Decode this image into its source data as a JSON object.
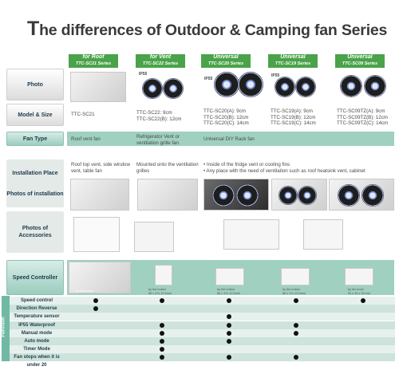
{
  "title": {
    "first_letter": "T",
    "rest": "he differences of Outdoor & Camping fan Series"
  },
  "headers": [
    {
      "line1": "for Roof",
      "line2": "TTC-SC21 Series"
    },
    {
      "line1": "for Vent",
      "line2": "TTC-SC22 Series"
    },
    {
      "line1": "Universal",
      "line2": "TTC-SC20 Series"
    },
    {
      "line1": "Universal",
      "line2": "TTC-SC19 Series"
    },
    {
      "line1": "Universal",
      "line2": "TTC-SC09 Series"
    }
  ],
  "labels": {
    "photo": "Photo",
    "model_size": "Model & Size",
    "fan_type": "Fan Type",
    "installation_place": "Installation Place",
    "photos_installation": "Photos of installation",
    "photos_accessories": "Photos of Accessories",
    "speed_controller": "Speed Controller"
  },
  "ip_mark": "IP55",
  "models": [
    [
      "TTC-SC21"
    ],
    [
      "TTC-SC22: 9cm",
      "TTC-SC22(B): 12cm"
    ],
    [
      "TTC-SC20(A): 9cm",
      "TTC-SC20(B): 12cm",
      "TTC-SC20(C): 14cm"
    ],
    [
      "TTC-SC19(A): 9cm",
      "TTC-SC19(B): 12cm",
      "TTC-SC19(C): 14cm"
    ],
    [
      "TTC-SC09TZ(A): 9cm",
      "TTC-SC09TZ(B): 12cm",
      "TTC-SC09TZ(C): 14cm"
    ]
  ],
  "fan_types": [
    "Roof vent fan",
    "Refrigerator Vent or ventilation grille fan",
    "Universal DIY Rack fan"
  ],
  "installation": [
    "Roof top vent, side window vent, table fan",
    "Mounted onto the ventilation grilles",
    "• Inside of the fridge vent or cooling fins",
    "• Any place with the need of ventilation such as roof heatsink vent, cabinet"
  ],
  "controllers": [
    {
      "caption": "by the button",
      "size": ""
    },
    {
      "caption": "by the button",
      "size": "86 x 37x 15.5mm"
    },
    {
      "caption": "by the button",
      "size": "86 x 37x 15.5mm"
    },
    {
      "caption": "by the button",
      "size": "86 x 37x 15.5mm"
    },
    {
      "caption": "by the knob",
      "size": "90 x 45 x 25 mm"
    }
  ],
  "function_label": "Function",
  "features": [
    {
      "name": "Speed control",
      "marks": [
        true,
        true,
        true,
        true,
        true
      ]
    },
    {
      "name": "Direction Reverse",
      "marks": [
        true,
        false,
        false,
        false,
        false
      ]
    },
    {
      "name": "Temperature sensor",
      "marks": [
        false,
        false,
        true,
        false,
        false
      ]
    },
    {
      "name": "IP55 Waterproof",
      "marks": [
        false,
        true,
        true,
        true,
        false
      ]
    },
    {
      "name": "Manual mode",
      "marks": [
        false,
        true,
        true,
        true,
        false
      ]
    },
    {
      "name": "Auto mode",
      "marks": [
        false,
        true,
        true,
        false,
        false
      ]
    },
    {
      "name": "Timer Mode",
      "marks": [
        false,
        true,
        false,
        false,
        false
      ]
    },
    {
      "name": "Fan stops when it is under 20",
      "marks": [
        false,
        true,
        true,
        true,
        false
      ]
    }
  ],
  "colors": {
    "header_green": "#4aa34a",
    "teal": "#9fd0c0",
    "dot": "#111111"
  }
}
